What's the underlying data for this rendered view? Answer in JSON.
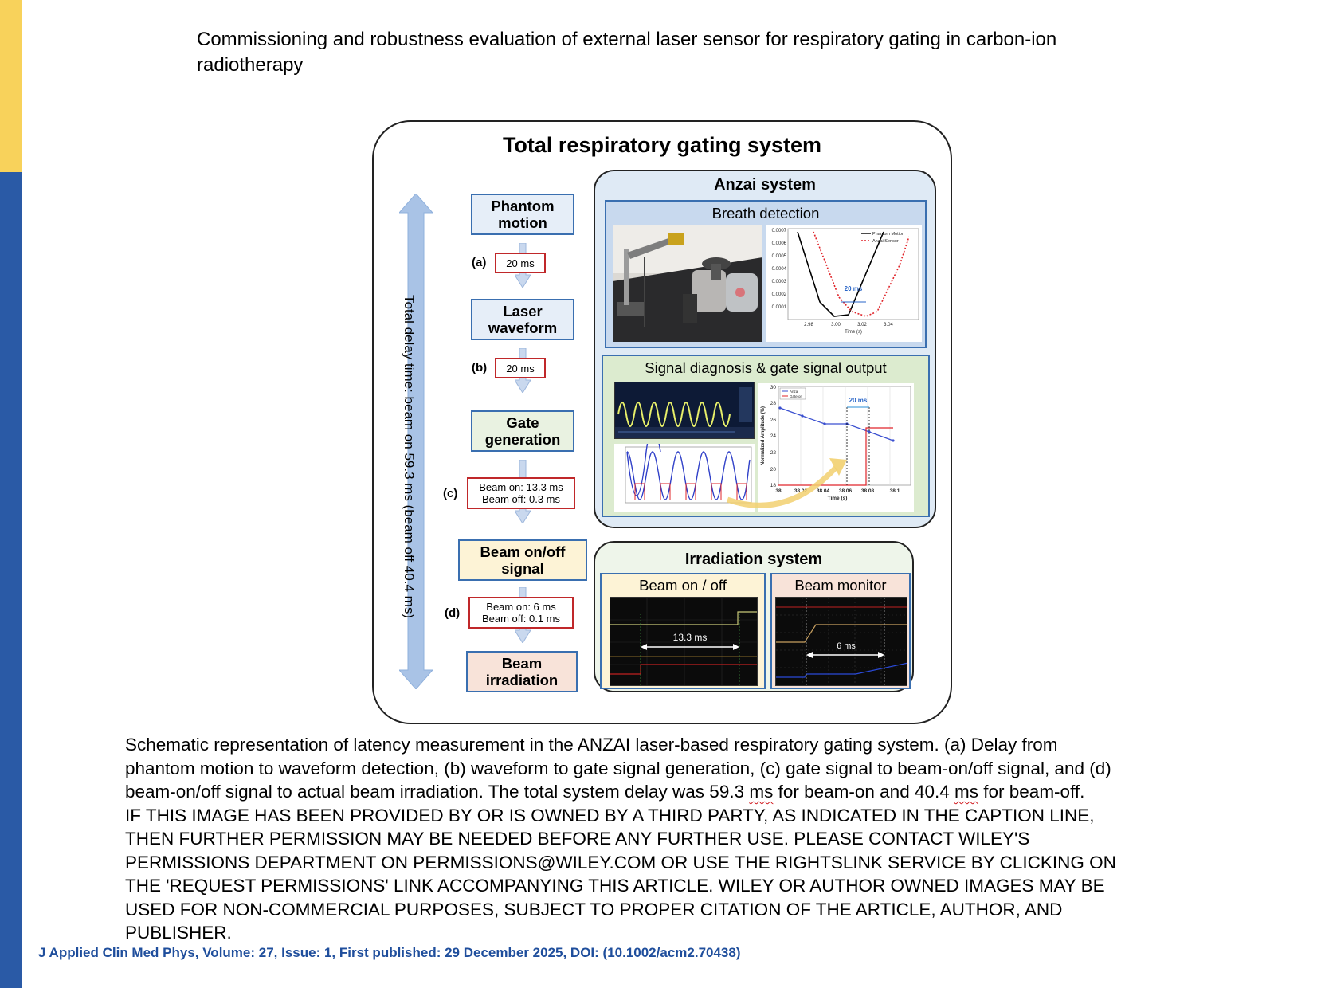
{
  "colors": {
    "sidebar_yellow": "#f8d25b",
    "sidebar_blue": "#2a5aa6",
    "footer_blue": "#1f4e9c"
  },
  "page_title": "Commissioning and robustness evaluation of external laser sensor for respiratory gating in carbon-ion radiotherapy",
  "figure": {
    "title": "Total respiratory gating system",
    "total_delay": "Total delay time: beam on 59.3 ms (beam off 40.4 ms)",
    "steps": {
      "phantom": "Phantom\nmotion",
      "laser": "Laser\nwaveform",
      "gate": "Gate\ngeneration",
      "beam_signal": "Beam on/off\nsignal",
      "irradiation": "Beam\nirradiation"
    },
    "delays": {
      "a_label": "(a)",
      "a_value": "20 ms",
      "b_label": "(b)",
      "b_value": "20 ms",
      "c_label": "(c)",
      "c_value": "Beam on: 13.3 ms\nBeam off: 0.3 ms",
      "d_label": "(d)",
      "d_value": "Beam on: 6 ms\nBeam off: 0.1 ms"
    },
    "anzai": {
      "title": "Anzai system",
      "breath_title": "Breath detection",
      "breath_chart": {
        "yticks": [
          "0.0007",
          "0.0006",
          "0.0005",
          "0.0004",
          "0.0003",
          "0.0002",
          "0.0001"
        ],
        "xticks": [
          "2.98",
          "3.00",
          "3.02",
          "3.04"
        ],
        "xlabel": "Time (s)",
        "legend": [
          "Phantom Motion",
          "Anzai Sensor"
        ],
        "annotation": "20 ms"
      },
      "signal_title": "Signal diagnosis & gate signal output",
      "gate_chart": {
        "yticks": [
          "30",
          "28",
          "26",
          "24",
          "22",
          "20",
          "18"
        ],
        "xticks": [
          "38",
          "38.02",
          "38.04",
          "38.06",
          "38.08",
          "38.1"
        ],
        "xlabel": "Time (s)",
        "ylabel": "Normalized Amplitude (%)",
        "legend": [
          "Anzai",
          "Gate on"
        ],
        "annotation": "20 ms"
      }
    },
    "irradiation": {
      "title": "Irradiation system",
      "beam_onoff_title": "Beam on / off",
      "beam_onoff_value": "13.3 ms",
      "monitor_title": "Beam monitor",
      "monitor_value": "6 ms"
    }
  },
  "caption": {
    "l1": "Schematic representation of latency measurement in the ANZAI laser-based respiratory gating system. (a) Delay from",
    "l2": "phantom motion to waveform detection, (b) waveform to gate signal generation, (c) gate signal to beam-on/off signal, and (d)",
    "l3a": "beam-on/off signal to actual beam irradiation. The total system delay was 59.3 ",
    "l3b": "ms",
    "l3c": " for beam-on and 40.4 ",
    "l3d": "ms",
    "l3e": " for beam-off.",
    "l4": "IF THIS IMAGE HAS BEEN PROVIDED BY OR IS OWNED BY A THIRD PARTY, AS INDICATED IN THE CAPTION LINE,",
    "l5": "THEN FURTHER PERMISSION MAY BE NEEDED BEFORE ANY FURTHER USE. PLEASE CONTACT WILEY'S",
    "l6": "PERMISSIONS DEPARTMENT ON PERMISSIONS@WILEY.COM OR USE THE RIGHTSLINK SERVICE BY CLICKING ON",
    "l7": "THE 'REQUEST PERMISSIONS' LINK ACCOMPANYING THIS ARTICLE. WILEY OR AUTHOR OWNED IMAGES MAY BE",
    "l8": "USED FOR NON-COMMERCIAL PURPOSES, SUBJECT TO PROPER CITATION OF THE ARTICLE, AUTHOR, AND",
    "l9": "PUBLISHER."
  },
  "footer": "J Applied Clin Med Phys, Volume: 27, Issue: 1, First published: 29 December 2025, DOI: (10.1002/acm2.70438)"
}
